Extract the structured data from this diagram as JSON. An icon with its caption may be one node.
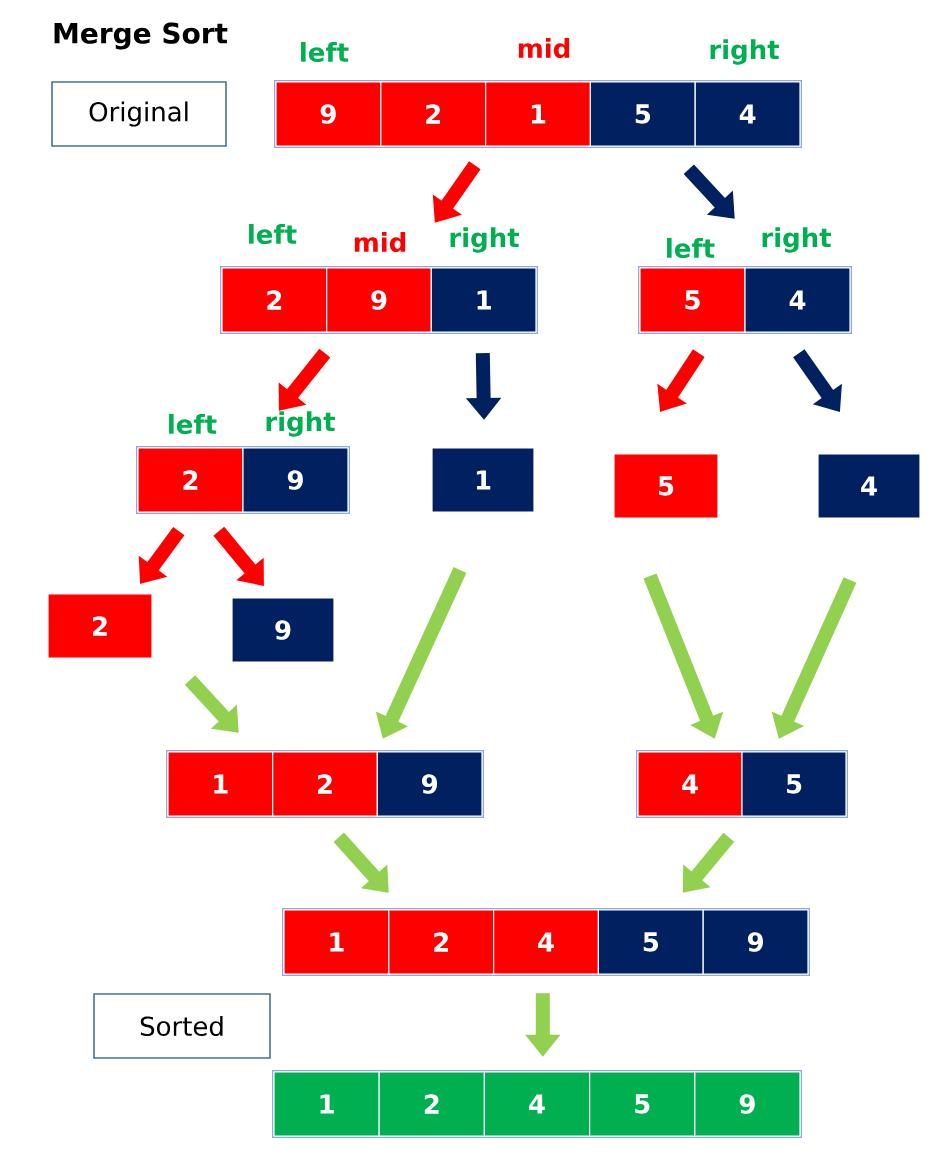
{
  "diagram": {
    "title": "Merge Sort",
    "nodes": [
      {
        "text": [
          "Original"
        ]
      },
      {
        "text": [],
        "shape": "box"
      },
      {
        "text": [
          "9"
        ],
        "in": 1
      },
      {
        "text": [
          "2"
        ],
        "in": 1
      },
      {
        "text": [
          "1"
        ],
        "in": 1
      },
      {
        "text": [
          "5"
        ],
        "in": 1
      },
      {
        "text": [
          "4"
        ],
        "in": 1
      },
      {
        "text": [],
        "shape": "box"
      },
      {
        "text": [
          "2"
        ],
        "in": 7
      },
      {
        "text": [
          "9"
        ],
        "in": 7
      },
      {
        "text": [
          "1"
        ],
        "in": 7
      },
      {
        "text": [],
        "shape": "box"
      },
      {
        "text": [
          "5"
        ],
        "in": 11
      },
      {
        "text": [
          "4"
        ],
        "in": 11
      },
      {
        "text": [],
        "shape": "box"
      },
      {
        "text": [
          "2"
        ],
        "in": 14
      },
      {
        "text": [
          "9"
        ],
        "in": 14
      },
      {
        "text": [
          "1"
        ]
      },
      {
        "text": [
          "5"
        ]
      },
      {
        "text": [
          "4"
        ]
      },
      {
        "text": [
          "2"
        ]
      },
      {
        "text": [
          "9"
        ]
      },
      {
        "text": [],
        "shape": "box"
      },
      {
        "text": [
          "1"
        ],
        "in": 22
      },
      {
        "text": [
          "2"
        ],
        "in": 22
      },
      {
        "text": [
          "9"
        ],
        "in": 22
      },
      {
        "text": [],
        "shape": "box"
      },
      {
        "text": [
          "4"
        ],
        "in": 26
      },
      {
        "text": [
          "5"
        ],
        "in": 26
      },
      {
        "text": [],
        "shape": "box"
      },
      {
        "text": [
          "1"
        ],
        "in": 29
      },
      {
        "text": [
          "2"
        ],
        "in": 29
      },
      {
        "text": [
          "4"
        ],
        "in": 29
      },
      {
        "text": [
          "5"
        ],
        "in": 29
      },
      {
        "text": [
          "9"
        ],
        "in": 29
      },
      {
        "text": [
          "Sorted"
        ]
      },
      {
        "text": [],
        "shape": "box"
      },
      {
        "text": [
          "1"
        ],
        "in": 36
      },
      {
        "text": [
          "2"
        ],
        "in": 36
      },
      {
        "text": [
          "4"
        ],
        "in": 36
      },
      {
        "text": [
          "5"
        ],
        "in": 36
      },
      {
        "text": [
          "9"
        ],
        "in": 36
      }
    ],
    "edges": [
      {
        "from": 1,
        "to": 7,
        "arrow": "to",
        "color": "#ff0000"
      },
      {
        "from": 1,
        "to": 11,
        "arrow": "to",
        "color": "#002060"
      },
      {
        "from": 7,
        "to": 14,
        "arrow": "to",
        "color": "#ff0000"
      },
      {
        "from": 7,
        "to": 17,
        "arrow": "to",
        "color": "#002060"
      },
      {
        "from": 11,
        "to": 18,
        "arrow": "to",
        "color": "#ff0000"
      },
      {
        "from": 11,
        "to": 19,
        "arrow": "to",
        "color": "#002060"
      },
      {
        "from": 14,
        "to": 20,
        "arrow": "to",
        "color": "#ff0000"
      },
      {
        "from": 14,
        "to": 21,
        "arrow": "to",
        "color": "#ff0000"
      },
      {
        "from": 20,
        "to": 22,
        "arrow": "to"
      },
      {
        "from": 17,
        "to": 22,
        "arrow": "to"
      },
      {
        "from": 18,
        "to": 26,
        "arrow": "to"
      },
      {
        "from": 19,
        "to": 26,
        "arrow": "to"
      },
      {
        "from": 22,
        "to": 29,
        "arrow": "to"
      },
      {
        "from": 26,
        "to": 29,
        "arrow": "to"
      },
      {
        "from": 29,
        "to": 36,
        "arrow": "to"
      }
    ],
    "labels": [
      "left",
      "mid",
      "right",
      "left",
      "mid",
      "right",
      "left",
      "right",
      "left",
      "right"
    ]
  }
}
